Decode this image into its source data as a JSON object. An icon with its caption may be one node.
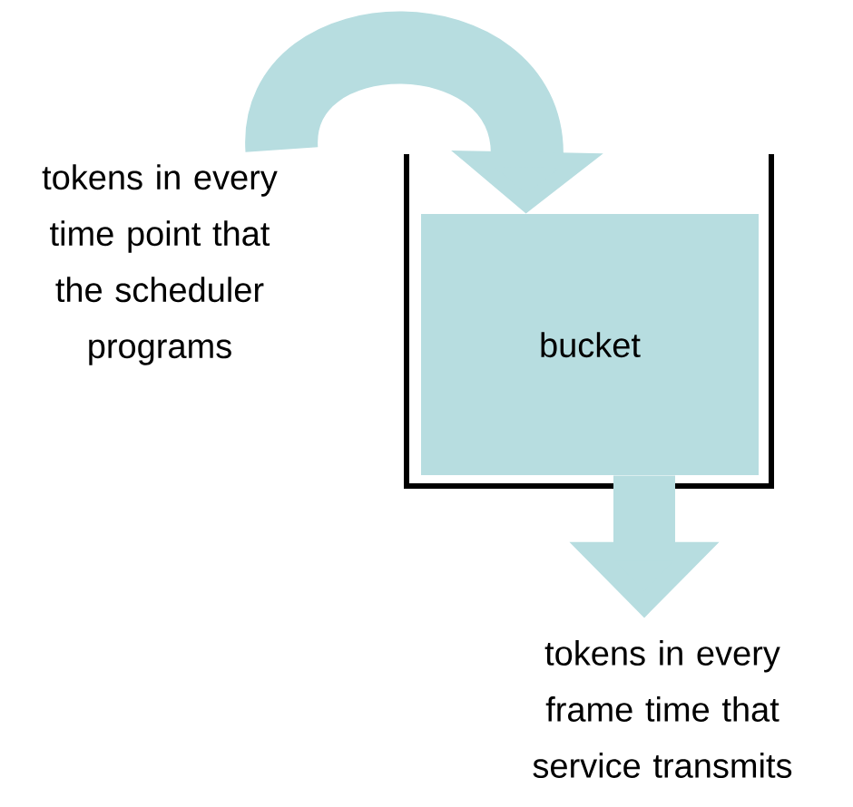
{
  "diagram": {
    "nodes": [
      {
        "text": [
          "tokens in every time point that the scheduler programs"
        ]
      },
      {
        "text": [
          "bucket"
        ]
      },
      {
        "text": [
          "tokens in every frame time that service transmits"
        ]
      }
    ],
    "edges": [
      {
        "from": 0,
        "to": 1,
        "arrow": "to"
      },
      {
        "from": 1,
        "to": 2,
        "arrow": "to"
      }
    ]
  }
}
